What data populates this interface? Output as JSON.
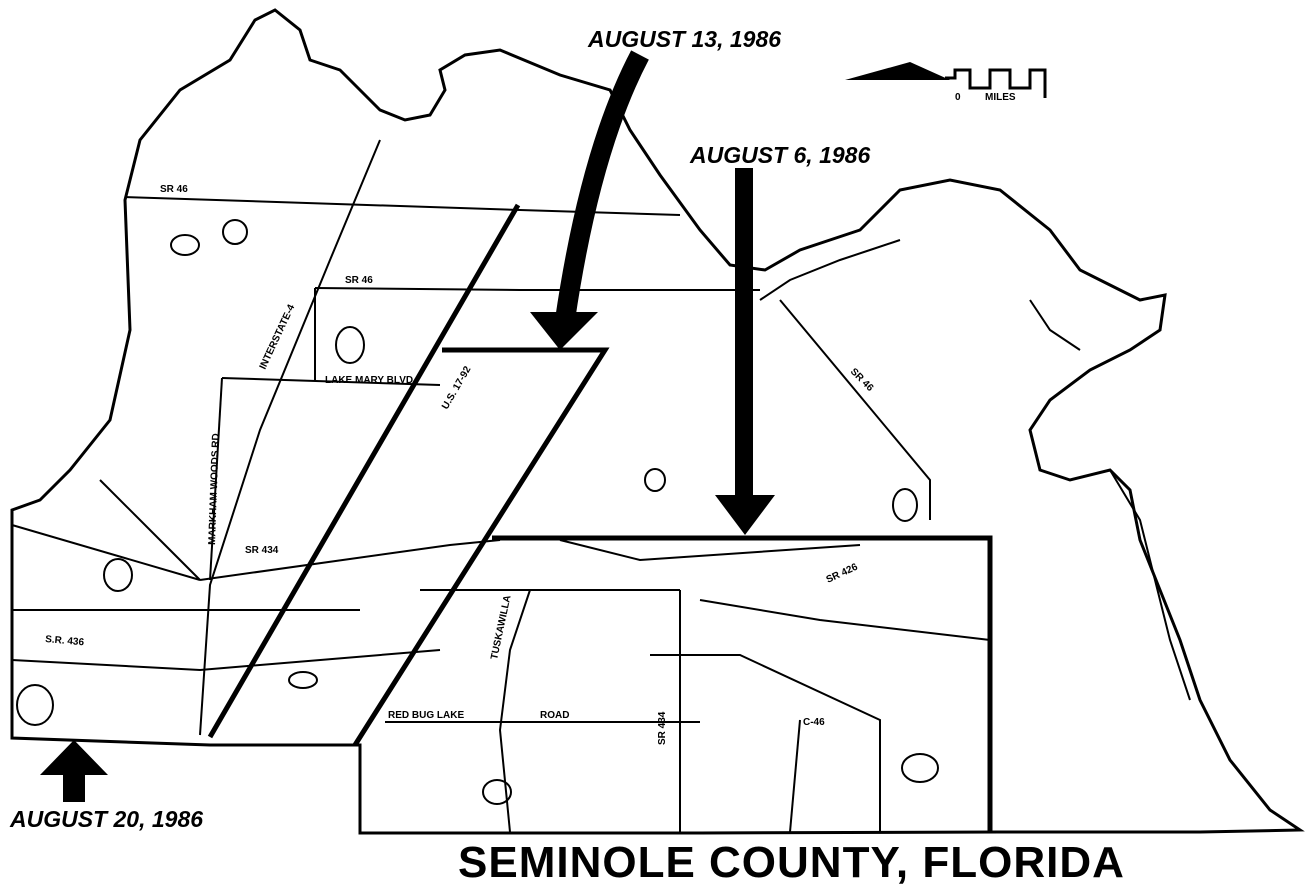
{
  "title": "SEMINOLE COUNTY, FLORIDA",
  "date_labels": {
    "aug13": "AUGUST 13, 1986",
    "aug6": "AUGUST 6, 1986",
    "aug20": "AUGUST 20, 1986"
  },
  "roads": {
    "sr46_west": "SR 46",
    "sr46_mid": "SR 46",
    "sr46_east": "SR 46",
    "interstate4": "INTERSTATE-4",
    "markham": "MARKHAM WOODS RD",
    "lake_mary": "LAKE MARY BLVD",
    "us1792": "U.S. 17-92",
    "sr434": "SR 434",
    "sr434_south": "SR 434",
    "sr426": "SR 426",
    "sr436": "S.R. 436",
    "tuskawilla": "TUSKAWILLA",
    "red_bug": "RED BUG LAKE",
    "road": "ROAD",
    "c46": "C-46"
  },
  "scale_bar": {
    "label": "MILES",
    "zero": "0"
  },
  "colors": {
    "ink": "#000000",
    "paper": "#ffffff"
  }
}
